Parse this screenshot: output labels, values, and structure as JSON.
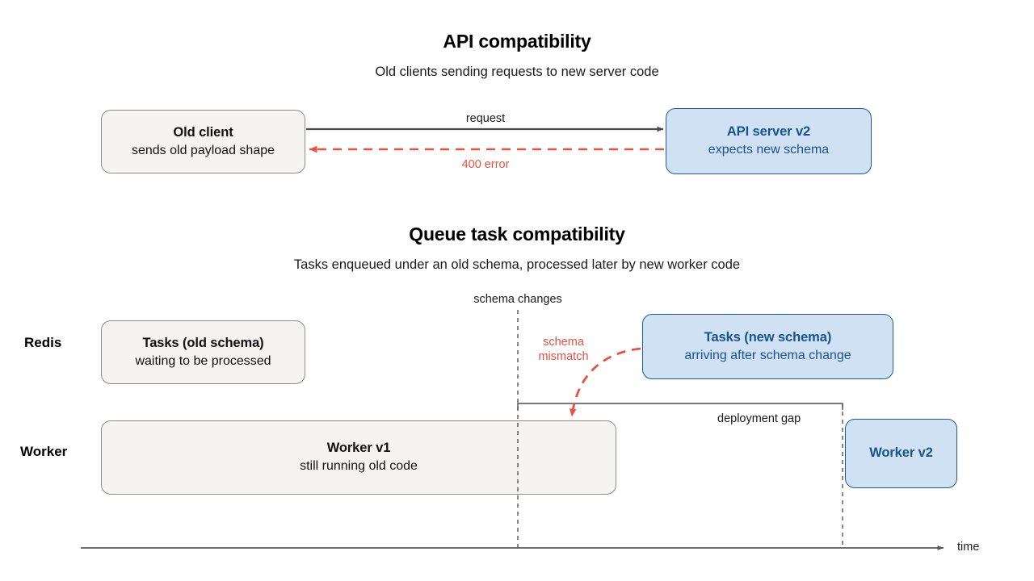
{
  "diagram": {
    "sections": [
      {
        "id": "api",
        "title": "API compatibility",
        "subtitle": "Old clients sending requests to new server code",
        "nodes": [
          {
            "id": "old-client",
            "title": "Old client",
            "subtitle": "sends old payload shape",
            "style": "grey"
          },
          {
            "id": "api-server-v2",
            "title": "API server v2",
            "subtitle": "expects new schema",
            "style": "blue"
          }
        ],
        "edges": [
          {
            "id": "request",
            "label": "request",
            "style": "solid-gray",
            "direction": "right"
          },
          {
            "id": "error",
            "label": "400 error",
            "style": "dashed-red",
            "direction": "left"
          }
        ]
      },
      {
        "id": "queue",
        "title": "Queue task compatibility",
        "subtitle": "Tasks enqueued under an old schema, processed later by new worker code",
        "lanes": [
          {
            "id": "redis",
            "label": "Redis"
          },
          {
            "id": "worker",
            "label": "Worker"
          }
        ],
        "nodes": [
          {
            "id": "tasks-old-schema",
            "title": "Tasks (old schema)",
            "subtitle": "waiting to be processed",
            "style": "grey"
          },
          {
            "id": "tasks-new-schema",
            "title": "Tasks (new schema)",
            "subtitle": "arriving after schema change",
            "style": "blue"
          },
          {
            "id": "worker-v1",
            "title": "Worker v1",
            "subtitle": "still running old code",
            "style": "grey"
          },
          {
            "id": "worker-v2",
            "title": "Worker v2",
            "subtitle": "",
            "style": "blue"
          }
        ],
        "markers": [
          {
            "id": "schema-changes",
            "label": "schema changes"
          },
          {
            "id": "deployment-gap",
            "label": "deployment gap"
          },
          {
            "id": "schema-mismatch",
            "label_line1": "schema",
            "label_line2": "mismatch"
          },
          {
            "id": "time-axis",
            "label": "time"
          }
        ]
      }
    ],
    "colors": {
      "blue_fill": "#cfe1f3",
      "blue_stroke": "#1c5b96",
      "blue_text": "#16548f",
      "grey_fill": "#f5f4f1",
      "grey_stroke": "#8c8c8c",
      "red": "#e8513f",
      "axis_gray": "#595959",
      "text": "#111111"
    }
  }
}
